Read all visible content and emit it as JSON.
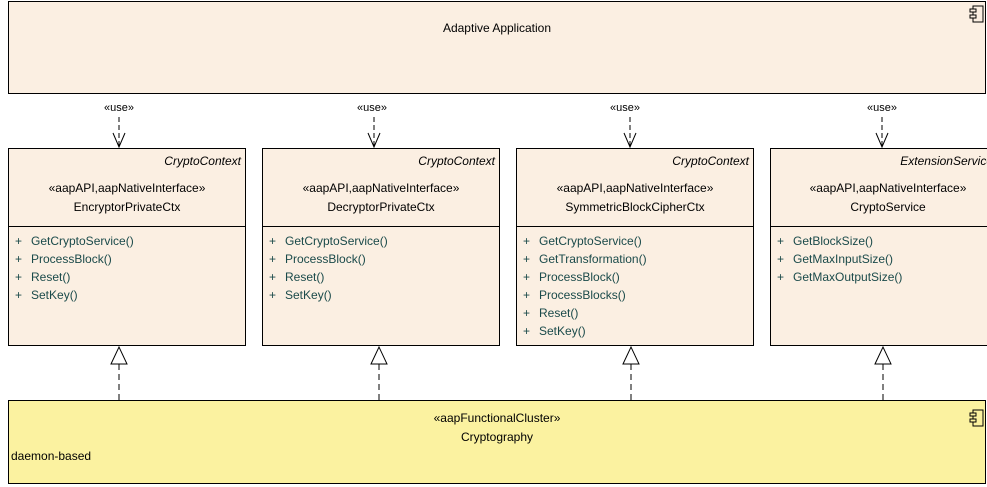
{
  "application": {
    "name": "Adaptive Application",
    "icon": "component-icon"
  },
  "use_label": "«use»",
  "interfaces": [
    {
      "superclass": "CryptoContext",
      "stereotype": "«aapAPI,aapNativeInterface»",
      "name": "EncryptorPrivateCtx",
      "operations": [
        "GetCryptoService()",
        "ProcessBlock()",
        "Reset()",
        "SetKey()"
      ]
    },
    {
      "superclass": "CryptoContext",
      "stereotype": "«aapAPI,aapNativeInterface»",
      "name": "DecryptorPrivateCtx",
      "operations": [
        "GetCryptoService()",
        "ProcessBlock()",
        "Reset()",
        "SetKey()"
      ]
    },
    {
      "superclass": "CryptoContext",
      "stereotype": "«aapAPI,aapNativeInterface»",
      "name": "SymmetricBlockCipherCtx",
      "operations": [
        "GetCryptoService()",
        "GetTransformation()",
        "ProcessBlock()",
        "ProcessBlocks()",
        "Reset()",
        "SetKey()"
      ]
    },
    {
      "superclass": "ExtensionService",
      "stereotype": "«aapAPI,aapNativeInterface»",
      "name": "CryptoService",
      "operations": [
        "GetBlockSize()",
        "GetMaxInputSize()",
        "GetMaxOutputSize()"
      ]
    }
  ],
  "visibility_marker": "+",
  "cluster": {
    "stereotype": "«aapFunctionalCluster»",
    "name": "Cryptography",
    "property": "daemon-based",
    "icon": "component-icon"
  }
}
